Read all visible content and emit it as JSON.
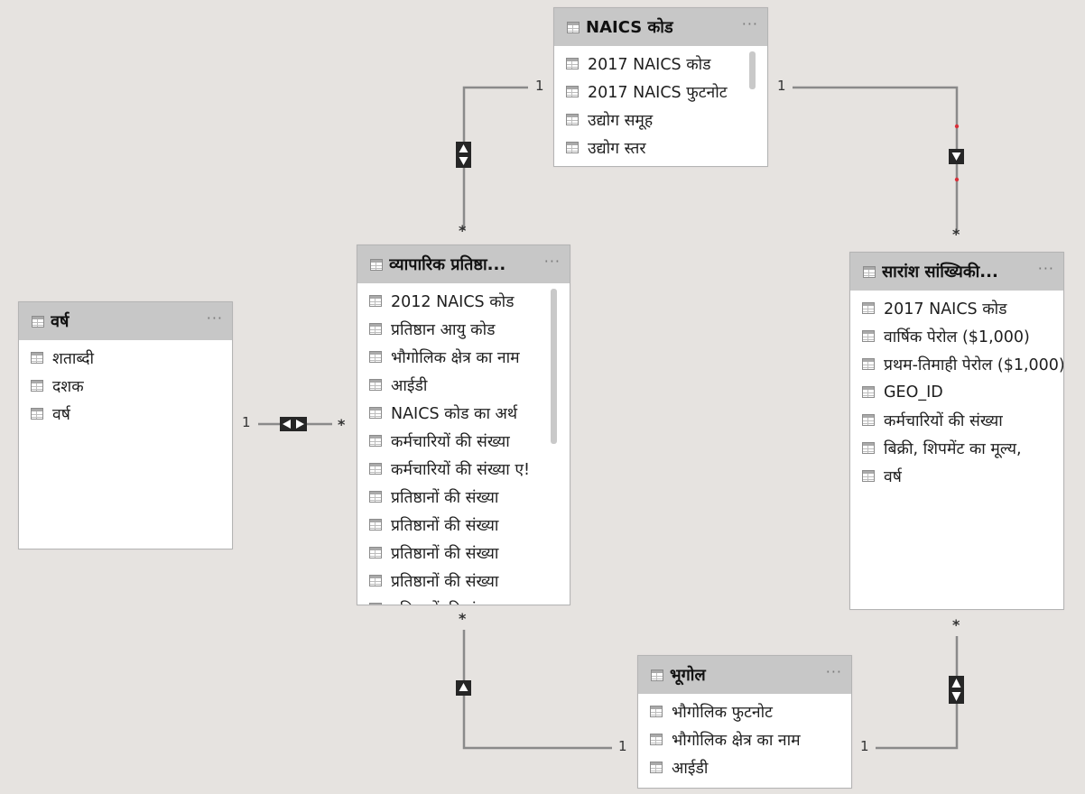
{
  "tables": {
    "naics": {
      "title": "NAICS कोड",
      "fields": [
        "2017 NAICS कोड",
        "2017 NAICS फुटनोट",
        "उद्योग समूह",
        "उद्योग स्तर"
      ]
    },
    "business": {
      "title": "व्यापारिक प्रतिष्ठा...",
      "fields": [
        "2012 NAICS कोड",
        "प्रतिष्ठान आयु कोड",
        "भौगोलिक क्षेत्र का नाम",
        "आईडी",
        "NAICS कोड का अर्थ",
        "कर्मचारियों की संख्या",
        "कर्मचारियों की संख्या ए!",
        "प्रतिष्ठानों की संख्या",
        "प्रतिष्ठानों की संख्या",
        "प्रतिष्ठानों की संख्या",
        "प्रतिष्ठानों की संख्या",
        "प्रतिष्ठानों की संख्या"
      ]
    },
    "summary": {
      "title": "सारांश सांख्यिकी...",
      "fields": [
        "2017 NAICS कोड",
        "वार्षिक पेरोल ($1,000)",
        "प्रथम-तिमाही पेरोल ($1,000)",
        "GEO_ID",
        "कर्मचारियों की संख्या",
        "बिक्री, शिपमेंट का मूल्य,",
        "वर्ष"
      ]
    },
    "year": {
      "title": "वर्ष",
      "fields": [
        "शताब्दी",
        "दशक",
        "वर्ष"
      ]
    },
    "geo": {
      "title": "भूगोल",
      "fields": [
        "भौगोलिक फुटनोट",
        "भौगोलिक क्षेत्र का नाम",
        "आईडी"
      ]
    }
  },
  "more_label": "···",
  "relationships": {
    "naics_business": {
      "one": "1",
      "many": "*"
    },
    "naics_summary": {
      "one": "1",
      "many": "*"
    },
    "year_business": {
      "one": "1",
      "many": "*"
    },
    "geo_business": {
      "one": "1",
      "many": "*"
    },
    "geo_summary": {
      "one": "1",
      "many": "*"
    }
  },
  "colors": {
    "background": "#e6e3e0",
    "header": "#c7c7c7",
    "line": "#8a8a8a",
    "accent_dot": "#d9303a"
  }
}
